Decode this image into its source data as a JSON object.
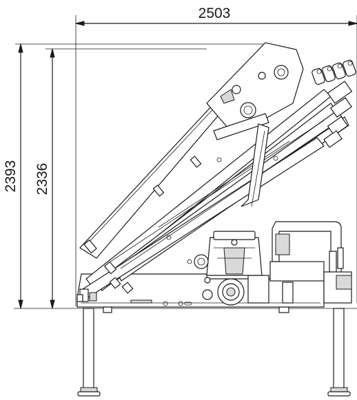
{
  "dimensions": {
    "width": "2503",
    "height_outer": "2393",
    "height_inner": "2336"
  },
  "colors": {
    "line": "#1a1a1a",
    "shade": "#d9d9d9",
    "background": "#ffffff"
  }
}
